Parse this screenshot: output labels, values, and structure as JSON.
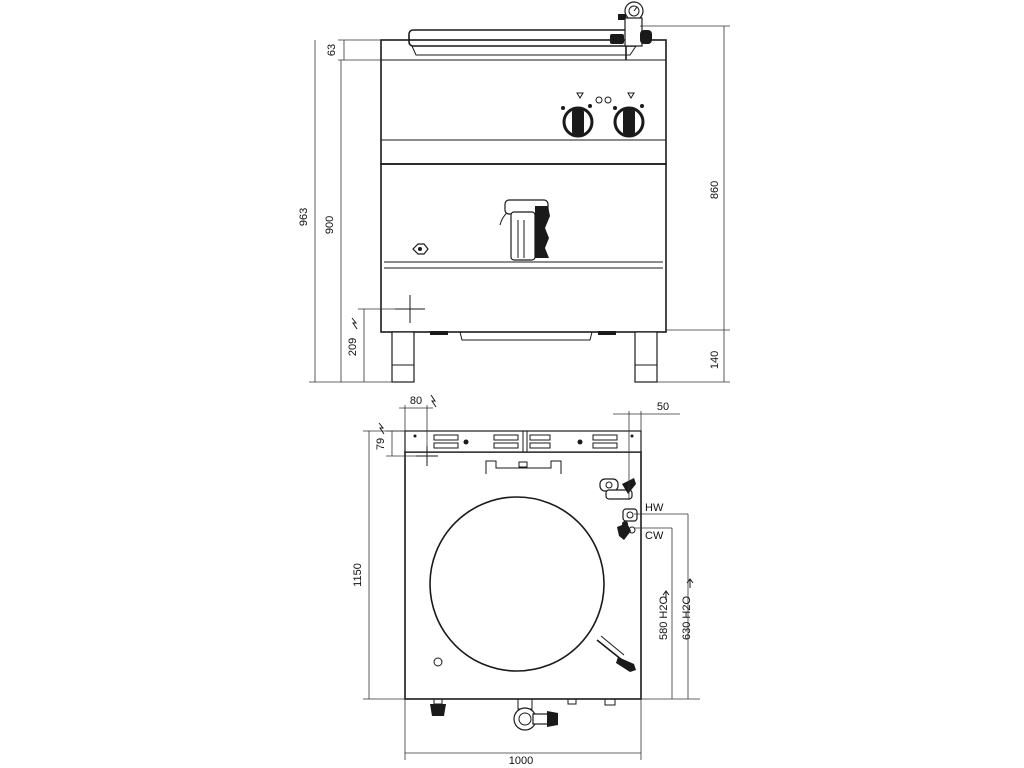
{
  "front_view": {
    "dims": {
      "d63": "63",
      "d963": "963",
      "d900": "900",
      "d209": "209",
      "d860": "860",
      "d140": "140"
    }
  },
  "top_view": {
    "dims": {
      "d80": "80",
      "d50": "50",
      "d79": "79",
      "d1150": "1150",
      "d1000": "1000",
      "d580": "580 H2O",
      "d630": "630 H2O"
    },
    "labels": {
      "hw": "HW",
      "cw": "CW"
    }
  }
}
